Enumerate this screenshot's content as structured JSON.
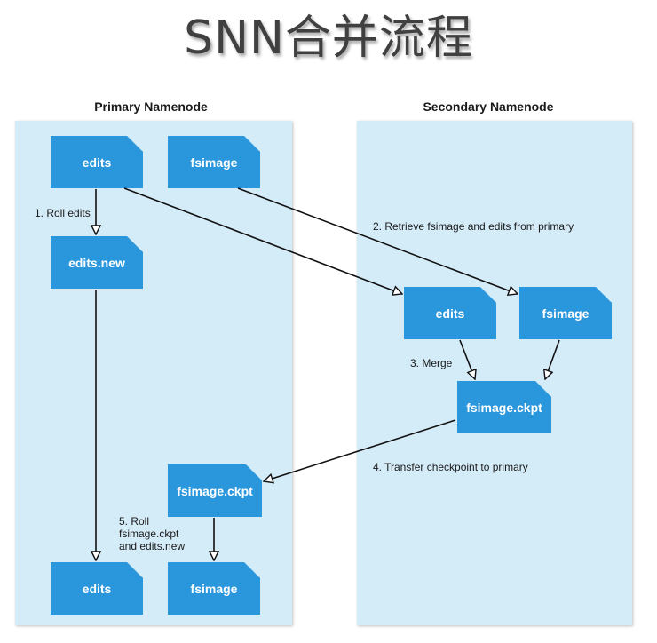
{
  "title": "SNN合并流程",
  "panels": {
    "primary_title": "Primary Namenode",
    "secondary_title": "Secondary Namenode"
  },
  "docs": {
    "p_edits": "edits",
    "p_fsimage": "fsimage",
    "p_edits_new": "edits.new",
    "s_edits": "edits",
    "s_fsimage": "fsimage",
    "s_fsimage_ckpt": "fsimage.ckpt",
    "p_fsimage_ckpt": "fsimage.ckpt",
    "p_edits_final": "edits",
    "p_fsimage_final": "fsimage"
  },
  "steps": {
    "step1": "1. Roll edits",
    "step2": "2. Retrieve fsimage and edits from primary",
    "step3": "3. Merge",
    "step4": "4. Transfer checkpoint to primary",
    "step5_line1": "5. Roll",
    "step5_line2": "fsimage.ckpt",
    "step5_line3": "and edits.new"
  },
  "colors": {
    "doc_fill": "#2a96dc",
    "panel_fill": "#d4ebf8",
    "arrow": "#111111"
  }
}
